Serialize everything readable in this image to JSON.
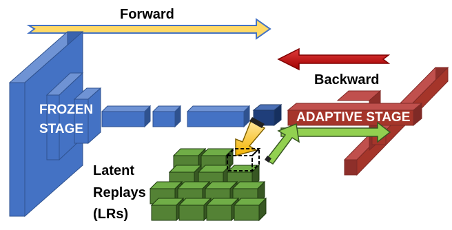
{
  "labels": {
    "forward": "Forward",
    "backward": "Backward",
    "frozen_line1": "FROZEN",
    "frozen_line2": "STAGE",
    "adaptive": "ADAPTIVE STAGE",
    "latent_line1": "Latent",
    "latent_line2": "Replays",
    "latent_line3": "(LRs)"
  },
  "colors": {
    "frozen_blue": "#4472C4",
    "adaptive_red": "#A5352A",
    "forward_arrow": "#FFD966",
    "backward_arrow": "#C00000",
    "replay_green": "#548235",
    "replay_arrow_green": "#92D050",
    "replay_arrow_yellow": "#FFC000"
  }
}
